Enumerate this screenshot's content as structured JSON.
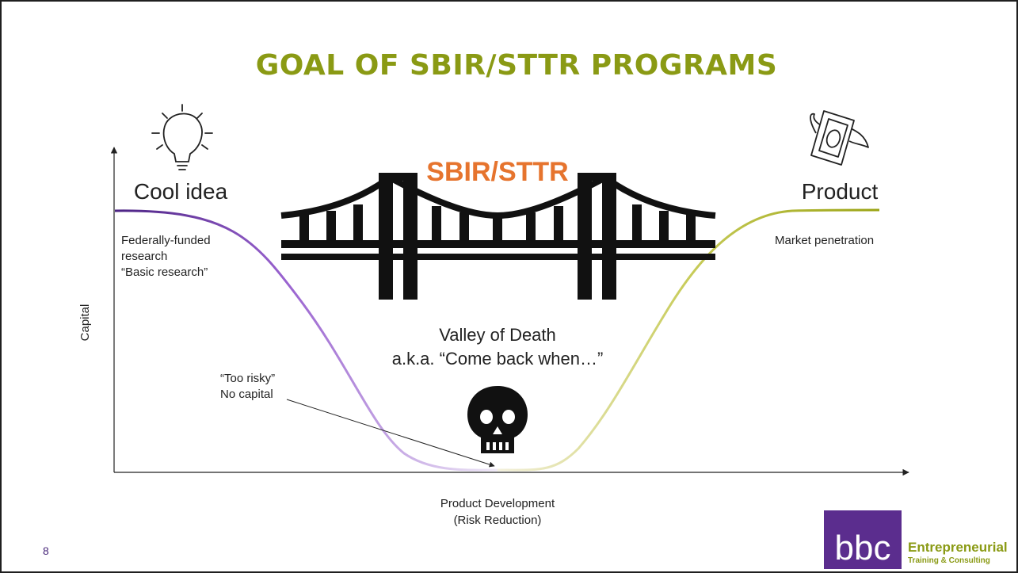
{
  "slide": {
    "title": "GOAL OF SBIR/STTR PROGRAMS",
    "page_number": "8"
  },
  "diagram": {
    "left_label": "Cool idea",
    "right_label": "Product",
    "bridge_label": "SBIR/STTR",
    "left_notes": [
      "Federally-funded",
      "research",
      "“Basic research”"
    ],
    "right_note": "Market penetration",
    "valley_lines": [
      "Valley of Death",
      "a.k.a. “Come back when…”"
    ],
    "risk_notes": [
      "“Too risky”",
      "No capital"
    ],
    "y_axis_label": "Capital",
    "x_axis_lines": [
      "Product Development",
      "(Risk Reduction)"
    ],
    "icons": [
      "lightbulb-icon",
      "flying-money-icon",
      "bridge-icon",
      "skull-icon"
    ],
    "colors": {
      "title": "#8a9a14",
      "bridge_label": "#e6742e",
      "left_curve": "#5b2d8e",
      "right_curve": "#a9b017"
    }
  },
  "logo": {
    "mark": "bbc",
    "line1": "Entrepreneurial",
    "line2": "Training & Consulting",
    "color": "#5b2d8e"
  }
}
